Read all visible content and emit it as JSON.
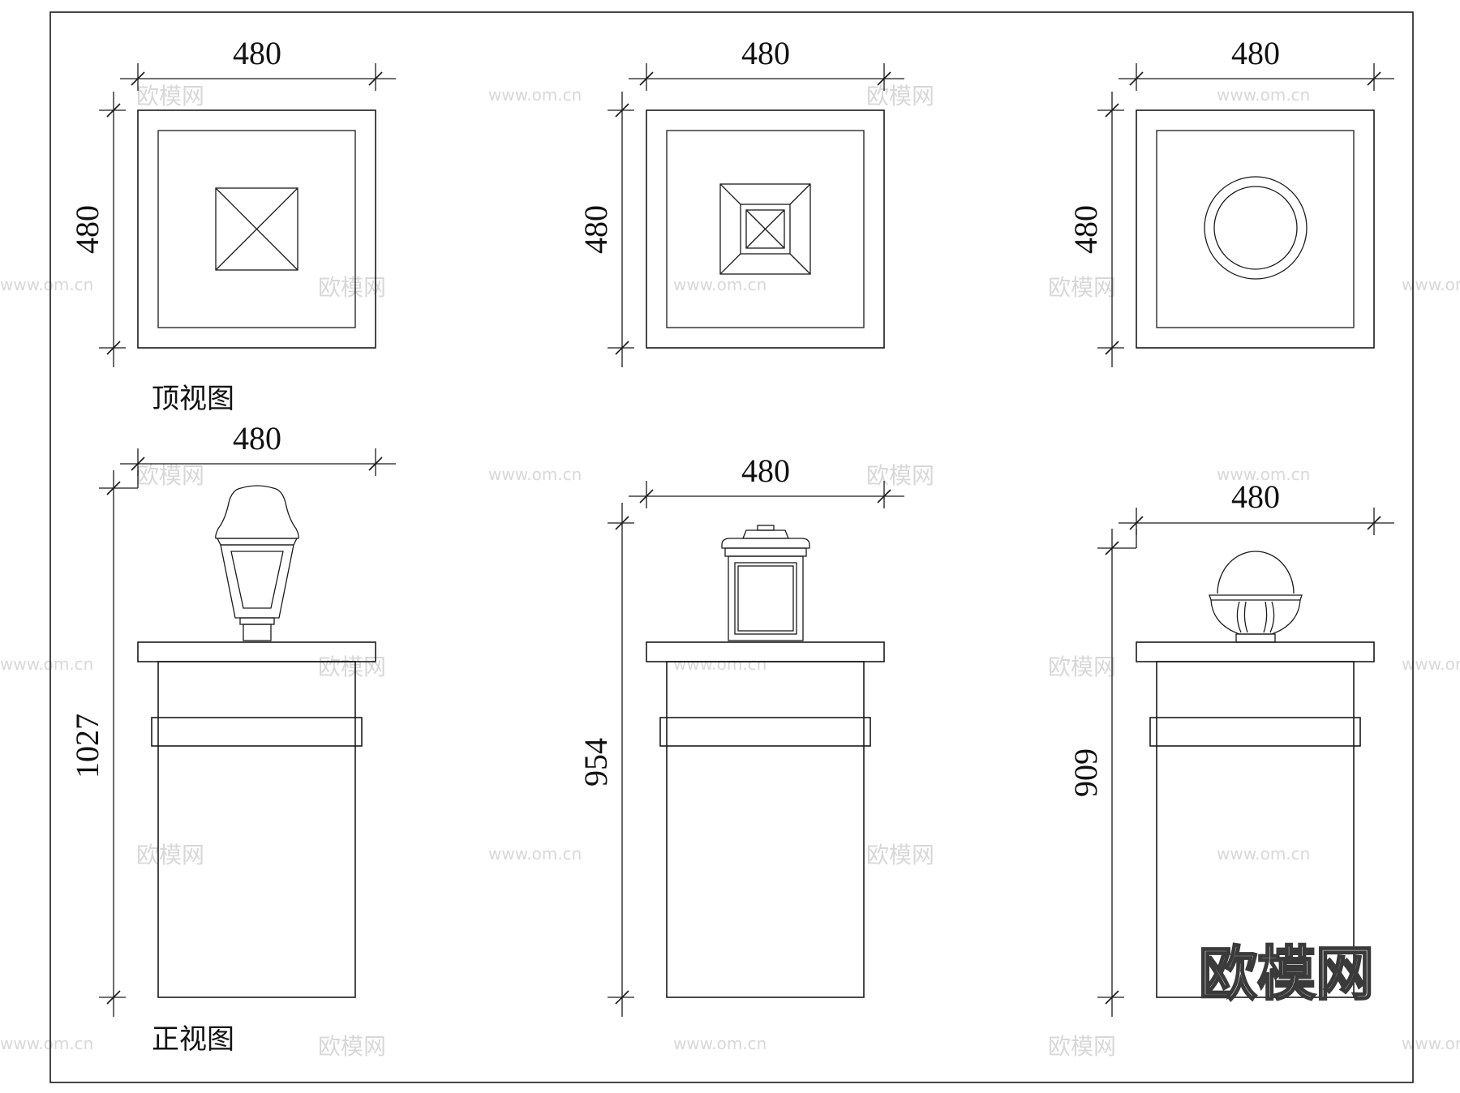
{
  "views": {
    "top_label": "顶视图",
    "front_label": "正视图"
  },
  "dims": {
    "top1_w": "480",
    "top1_h": "480",
    "top2_w": "480",
    "top2_h": "480",
    "top3_w": "480",
    "top3_h": "480",
    "front1_w": "480",
    "front1_h": "1027",
    "front2_w": "480",
    "front2_h": "954",
    "front3_w": "480",
    "front3_h": "909"
  },
  "watermark": {
    "brand": "欧模网",
    "url": "www.om.cn"
  }
}
